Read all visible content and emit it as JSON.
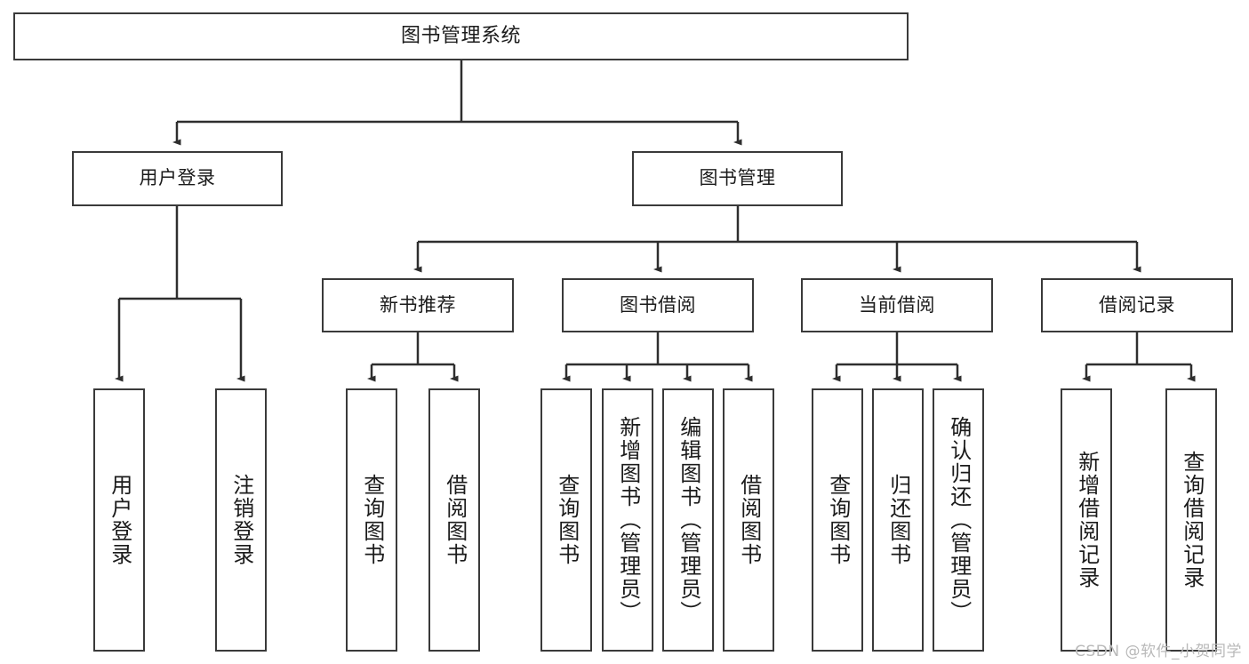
{
  "diagram": {
    "title": "图书管理系统",
    "type": "tree-hierarchy",
    "colors": {
      "box_border": "#3a3a3a",
      "box_fill": "#ffffff",
      "connector": "#2e2e2e",
      "text": "#1b1b1b",
      "watermark": "#b9b9b9",
      "background": "#ffffff"
    },
    "levels": {
      "root": {
        "label": "图书管理系统"
      },
      "level2": [
        {
          "label": "用户登录"
        },
        {
          "label": "图书管理"
        }
      ],
      "level3": [
        {
          "label": "新书推荐"
        },
        {
          "label": "图书借阅"
        },
        {
          "label": "当前借阅"
        },
        {
          "label": "借阅记录"
        }
      ],
      "leaves": {
        "user_login": [
          {
            "label": "用户登录"
          },
          {
            "label": "注销登录"
          }
        ],
        "new_book": [
          {
            "label": "查询图书"
          },
          {
            "label": "借阅图书"
          }
        ],
        "book_borrow": [
          {
            "label": "查询图书"
          },
          {
            "label": "新增图书（管理员）"
          },
          {
            "label": "编辑图书（管理员）"
          },
          {
            "label": "借阅图书"
          }
        ],
        "current_borrow": [
          {
            "label": "查询图书"
          },
          {
            "label": "归还图书"
          },
          {
            "label": "确认归还（管理员）"
          }
        ],
        "borrow_record": [
          {
            "label": "新增借阅记录"
          },
          {
            "label": "查询借阅记录"
          }
        ]
      }
    },
    "watermark": "CSDN @软件_小贺同学"
  }
}
